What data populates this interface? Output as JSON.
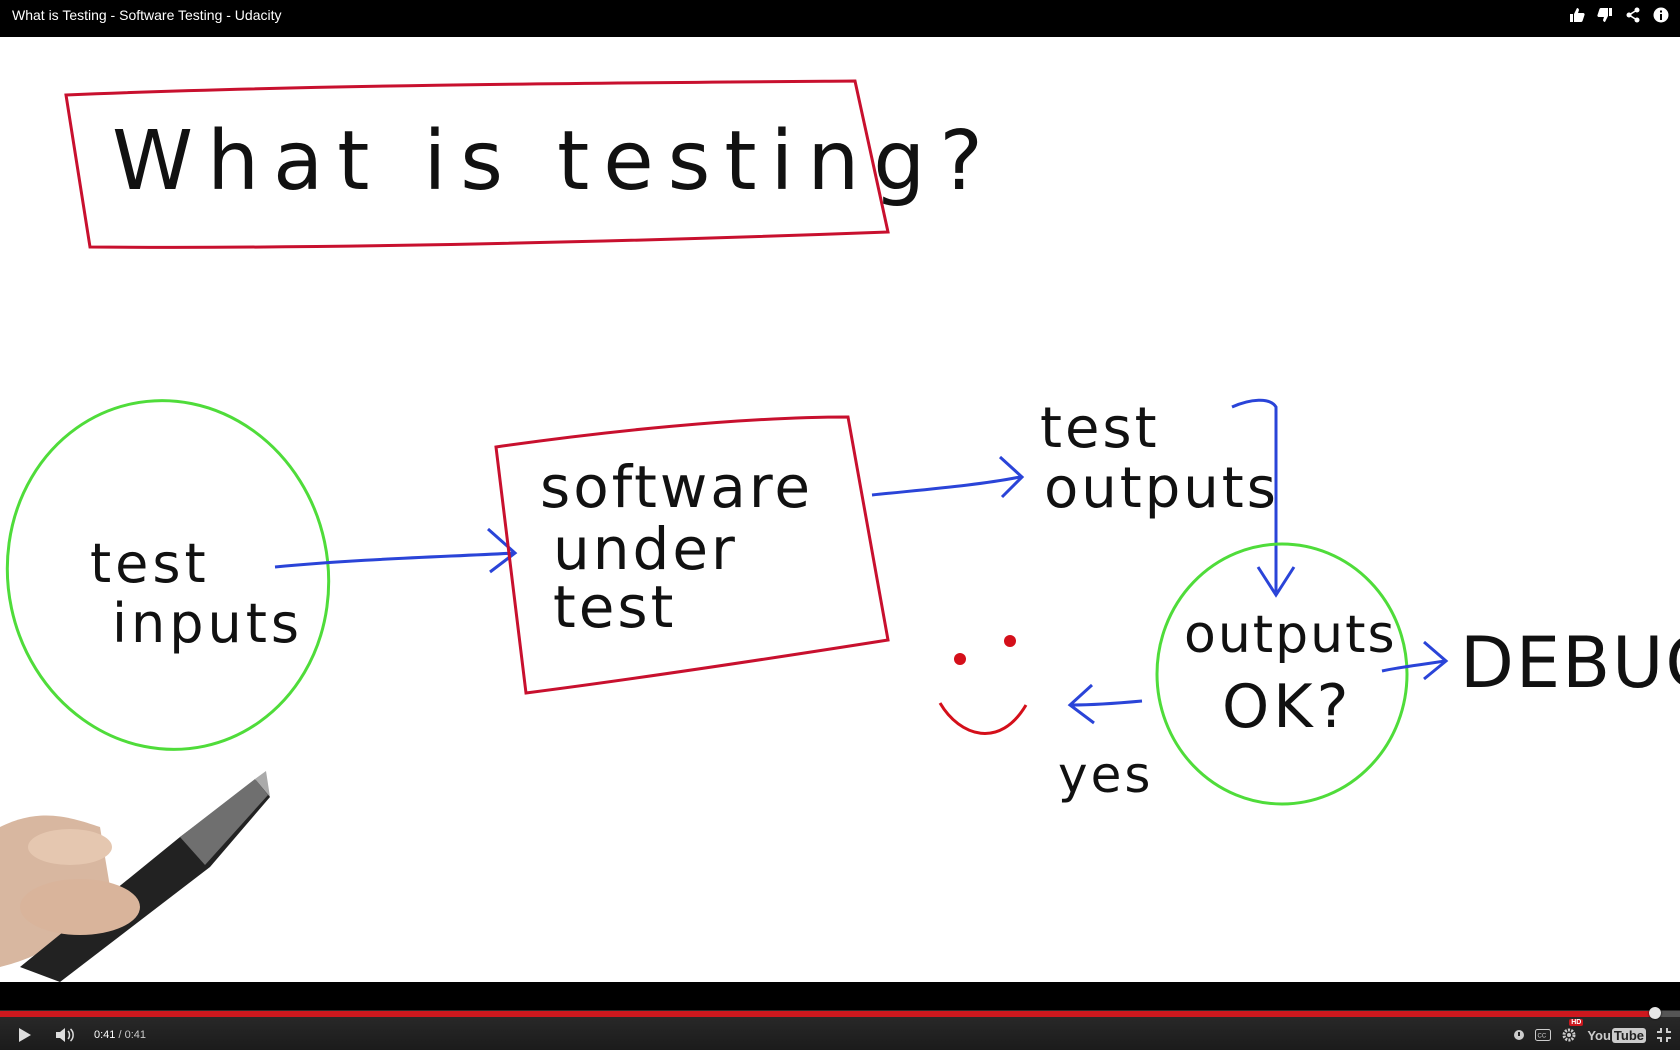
{
  "window": {
    "title": "What is Testing - Software Testing - Udacity"
  },
  "top_actions": [
    {
      "name": "like-icon"
    },
    {
      "name": "dislike-icon"
    },
    {
      "name": "share-icon"
    },
    {
      "name": "info-icon"
    }
  ],
  "slide": {
    "heading": "What is testing?",
    "nodes": {
      "test_inputs": [
        "test",
        "inputs"
      ],
      "software_under_test": [
        "software",
        "under",
        "test"
      ],
      "test_outputs": [
        "test",
        "outputs"
      ],
      "outputs_ok": [
        "outputs",
        "OK?"
      ],
      "yes_label": "yes",
      "debug_label": "DEBUG"
    },
    "colors": {
      "box": "#c8102e",
      "ellipse": "#4fdc3a",
      "arrow": "#2a44d8",
      "smiley": "#d40f1a",
      "ink": "#111111"
    }
  },
  "player": {
    "current_time": "0:41",
    "separator": " / ",
    "duration": "0:41",
    "progress_fraction": 0.985,
    "hd_label": "HD",
    "youtube_logo": {
      "you": "You",
      "tube": "Tube"
    },
    "colors": {
      "progress": "#cc181e"
    }
  }
}
